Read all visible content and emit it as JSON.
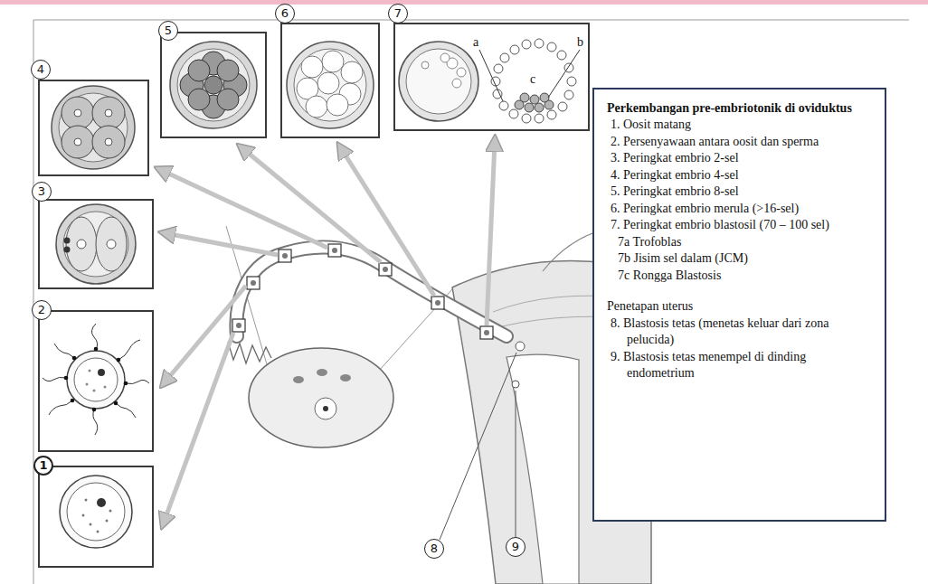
{
  "diagram": {
    "nodes": [
      {
        "text": [
          "1"
        ]
      },
      {
        "text": [
          "2"
        ]
      },
      {
        "text": [
          "3"
        ]
      },
      {
        "text": [
          "4"
        ]
      },
      {
        "text": [
          "5"
        ]
      },
      {
        "text": [
          "6"
        ]
      },
      {
        "text": [
          "7"
        ]
      },
      {
        "text": [
          "Perkembangan pre-embriotonik di oviduktus",
          "1. Oosit matang",
          "2. Persenyawaan antara oosit dan sperma",
          "3. Peringkat embrio 2-sel",
          "4. Peringkat embrio 4-sel",
          "5. Peringkat embrio 8-sel",
          "6. Peringkat embrio merula (>16-sel)",
          "7. Peringkat embrio blastosil (70 – 100 sel)",
          "7a Trofoblas",
          "7b Jisim sel dalam (JCM)",
          "7c Rongga Blastosis",
          "Penetapan uterus",
          "8. Blastosis tetas (menetas keluar dari zona pelucida)",
          "9. Blastosis tetas menempel di dinding endometrium"
        ]
      },
      {
        "text": [
          "8"
        ]
      },
      {
        "text": [
          "9"
        ]
      }
    ],
    "labels": [
      "a",
      "b",
      "c"
    ]
  }
}
